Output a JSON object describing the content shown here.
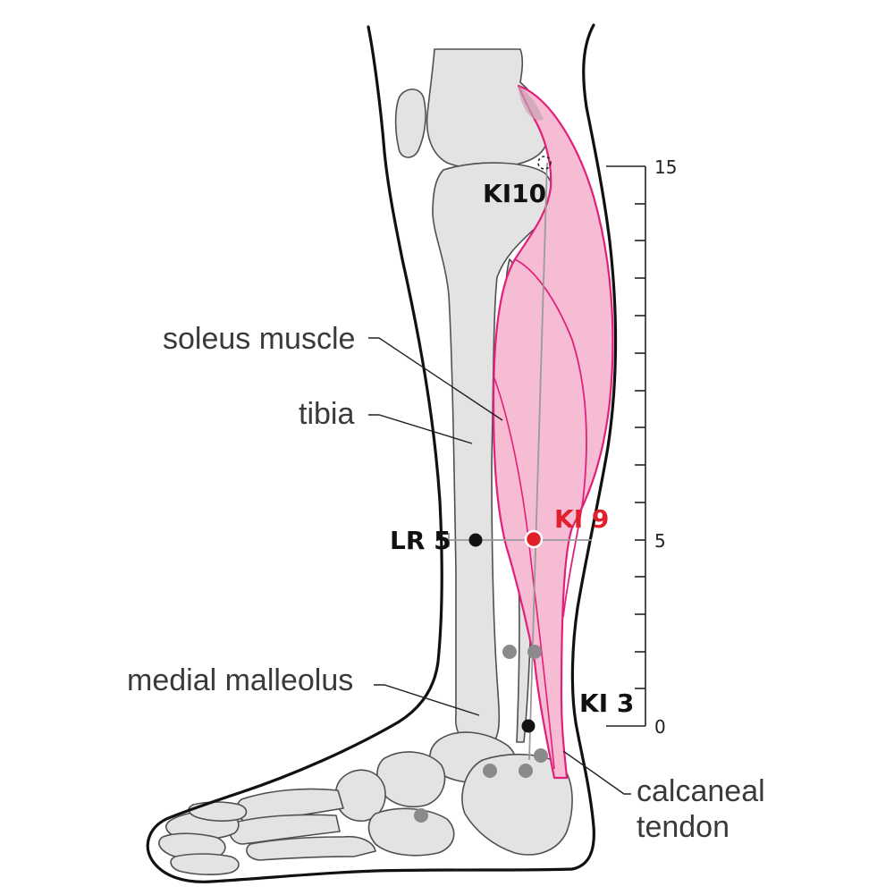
{
  "labels": {
    "soleus": "soleus muscle",
    "tibia": "tibia",
    "malleolus": "medial malleolus",
    "calcaneal_line1": "calcaneal",
    "calcaneal_line2": "tendon"
  },
  "points": {
    "ki10": "KI10",
    "ki9": "KI 9",
    "lr5": "LR 5",
    "ki3": "KI 3"
  },
  "scale": {
    "top": "15",
    "mid": "5",
    "bottom": "0"
  },
  "colors": {
    "muscle_fill": "#f5bcd4",
    "muscle_outline": "#e0207a",
    "highlight_point": "#e0202a",
    "bone": "#e3e3e4",
    "marker_grey": "#8a8a8a"
  }
}
